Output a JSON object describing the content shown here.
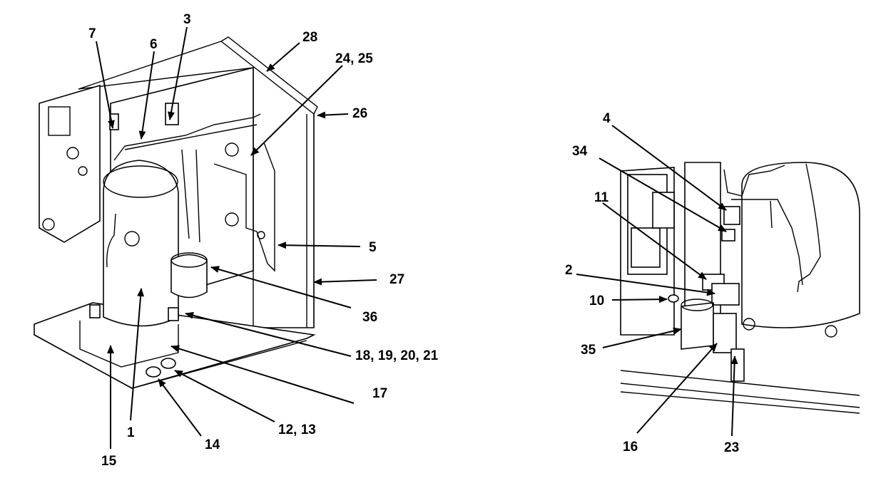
{
  "left_view": {
    "callouts": {
      "c7": "7",
      "c6": "6",
      "c3": "3",
      "c28": "28",
      "c24_25": "24, 25",
      "c26": "26",
      "c5": "5",
      "c27": "27",
      "c36": "36",
      "c18_21": "18, 19, 20, 21",
      "c17": "17",
      "c12_13": "12, 13",
      "c14": "14",
      "c1": "1",
      "c15": "15"
    }
  },
  "right_view": {
    "callouts": {
      "c4": "4",
      "c34": "34",
      "c11": "11",
      "c2": "2",
      "c10": "10",
      "c35": "35",
      "c16": "16",
      "c23": "23"
    }
  },
  "colors": {
    "ink": "#000000",
    "background": "#ffffff"
  }
}
